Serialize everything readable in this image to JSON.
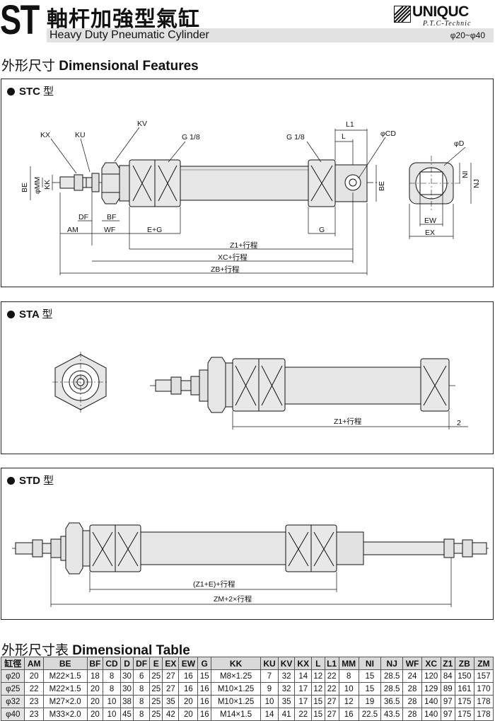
{
  "header": {
    "series_code": "ST",
    "title_cn": "軸杆加強型氣缸",
    "title_en": "Heavy Duty Pneumatic Cylinder",
    "bore_range": "φ20~φ40",
    "logo": {
      "brand": "UNIQUC",
      "tagline": "P.T.C-Technic"
    }
  },
  "features_heading": {
    "cn": "外形尺寸",
    "en": "Dimensional Features"
  },
  "panels": [
    {
      "title": "STC",
      "title_cn": "型",
      "labels": {
        "KX": "KX",
        "KU": "KU",
        "KV": "KV",
        "G18a": "G  1/8",
        "G18b": "G  1/8",
        "L1": "L1",
        "L": "L",
        "CD": "φCD",
        "BE": "BE",
        "MM": "φMM",
        "KK": "KK",
        "BE2": "BE",
        "DF": "DF",
        "BF": "BF",
        "AM": "AM",
        "WF": "WF",
        "EG": "E+G",
        "G": "G",
        "Z1": "Z1+行程",
        "XC": "XC+行程",
        "ZB": "ZB+行程",
        "D": "φD",
        "NI": "NI",
        "NJ": "NJ",
        "EW": "EW",
        "EX": "EX"
      }
    },
    {
      "title": "STA",
      "title_cn": "型",
      "labels": {
        "Z1": "Z1+行程",
        "two": "2"
      }
    },
    {
      "title": "STD",
      "title_cn": "型",
      "labels": {
        "Z1E": "(Z1+E)+行程",
        "ZM": "ZM+2×行程"
      }
    }
  ],
  "table_heading": {
    "cn": "外形尺寸表",
    "en": "Dimensional Table"
  },
  "table": {
    "columns": [
      "缸徑",
      "AM",
      "BE",
      "BF",
      "CD",
      "D",
      "DF",
      "E",
      "EX",
      "EW",
      "G",
      "KK",
      "KU",
      "KV",
      "KX",
      "L",
      "L1",
      "MM",
      "NI",
      "NJ",
      "WF",
      "XC",
      "Z1",
      "ZB",
      "ZM"
    ],
    "rows": [
      [
        "φ20",
        "20",
        "M22×1.5",
        "18",
        "8",
        "30",
        "6",
        "25",
        "27",
        "16",
        "15",
        "M8×1.25",
        "7",
        "32",
        "14",
        "12",
        "22",
        "8",
        "15",
        "28.5",
        "24",
        "120",
        "84",
        "150",
        "157"
      ],
      [
        "φ25",
        "22",
        "M22×1.5",
        "20",
        "8",
        "30",
        "8",
        "25",
        "27",
        "16",
        "16",
        "M10×1.25",
        "9",
        "32",
        "17",
        "12",
        "22",
        "10",
        "15",
        "28.5",
        "28",
        "129",
        "89",
        "161",
        "170"
      ],
      [
        "φ32",
        "23",
        "M27×2.0",
        "20",
        "10",
        "38",
        "8",
        "25",
        "35",
        "20",
        "16",
        "M10×1.25",
        "10",
        "35",
        "17",
        "15",
        "27",
        "12",
        "19",
        "36.5",
        "28",
        "140",
        "97",
        "175",
        "178"
      ],
      [
        "φ40",
        "23",
        "M33×2.0",
        "20",
        "10",
        "45",
        "8",
        "25",
        "42",
        "20",
        "16",
        "M14×1.5",
        "14",
        "41",
        "22",
        "15",
        "27",
        "16",
        "22.5",
        "43.5",
        "28",
        "140",
        "97",
        "175",
        "178"
      ]
    ]
  }
}
